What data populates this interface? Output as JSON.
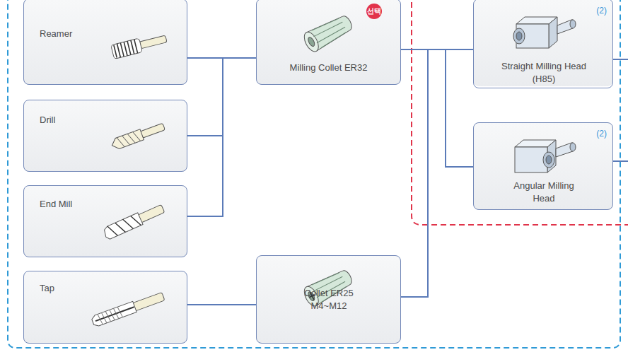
{
  "diagram": {
    "nodes": [
      {
        "text": [
          "Reamer"
        ]
      },
      {
        "text": [
          "Drill"
        ]
      },
      {
        "text": [
          "End Mill"
        ]
      },
      {
        "text": [
          "Tap"
        ]
      },
      {
        "text": [
          "Milling Collet ER32",
          "선택"
        ]
      },
      {
        "text": [
          "Collet ER25 M4~M12"
        ]
      },
      {
        "text": [
          "Straight Milling Head (H85)",
          "(2)"
        ]
      },
      {
        "text": [
          "Angular Milling Head",
          "(2)"
        ]
      }
    ],
    "edges": [
      {
        "from": 0,
        "to": 4,
        "arrow": "none"
      },
      {
        "from": 1,
        "to": 4,
        "arrow": "none"
      },
      {
        "from": 2,
        "to": 4,
        "arrow": "none"
      },
      {
        "from": 3,
        "to": 5,
        "arrow": "none"
      },
      {
        "from": 4,
        "to": 6,
        "arrow": "none"
      },
      {
        "from": 4,
        "to": 7,
        "arrow": "none"
      },
      {
        "from": 5,
        "to": 6,
        "arrow": "none"
      },
      {
        "from": 5,
        "to": 7,
        "arrow": "none"
      }
    ]
  }
}
